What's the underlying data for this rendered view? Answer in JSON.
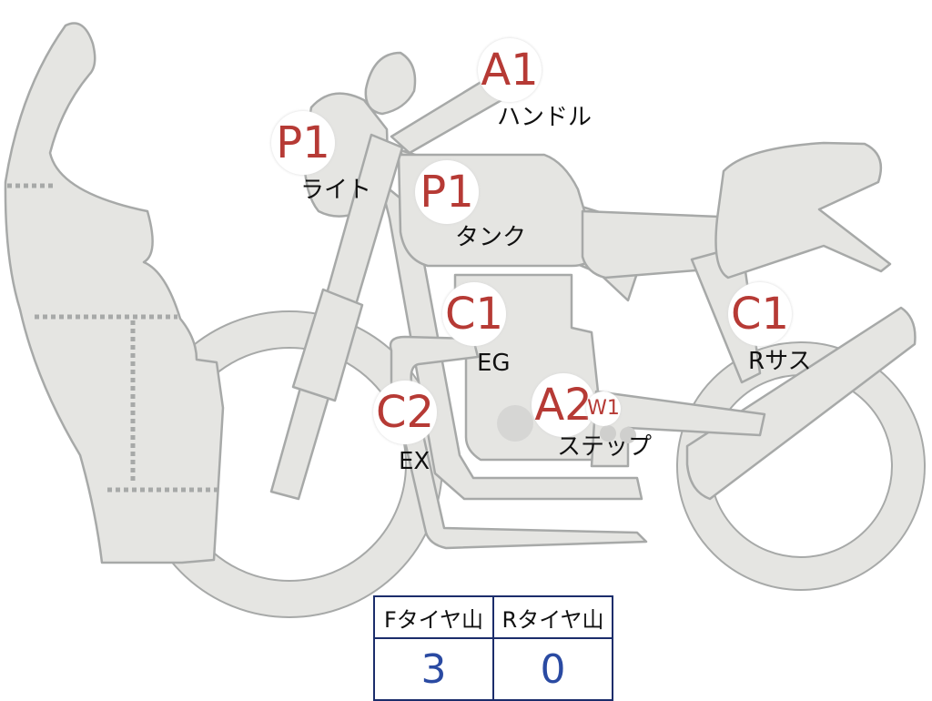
{
  "colors": {
    "body": "#e5e5e2",
    "outline": "#a7a9a8",
    "grade": "#b63a35",
    "value": "#2a4aa2",
    "table_border": "#1b2d6b"
  },
  "marks": {
    "handle": {
      "grade": "A1",
      "label": "ハンドル"
    },
    "light": {
      "grade": "P1",
      "label": "ライト"
    },
    "tank": {
      "grade": "P1",
      "label": "タンク"
    },
    "engine": {
      "grade": "C1",
      "label": "EG"
    },
    "rear_suspension": {
      "grade": "C1",
      "label": "Rサス"
    },
    "exhaust": {
      "grade": "C2",
      "label": "EX"
    },
    "step": {
      "grade": "A2",
      "sub_grade": "W1",
      "label": "ステップ"
    }
  },
  "tire_table": {
    "front_header": "Fタイヤ山",
    "rear_header": "Rタイヤ山",
    "front_value": "3",
    "rear_value": "0"
  }
}
